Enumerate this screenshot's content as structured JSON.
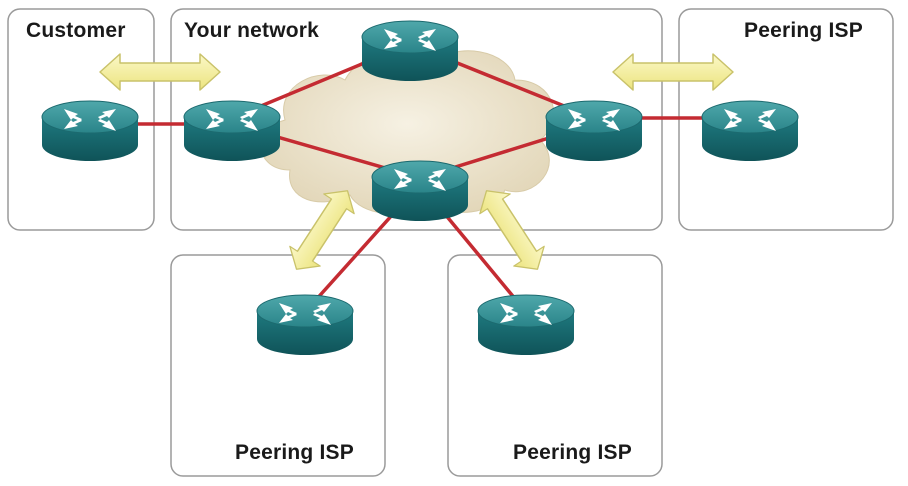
{
  "labels": {
    "customer": "Customer",
    "your_network": "Your network",
    "peering_isp_right": "Peering ISP",
    "peering_isp_bottom_left": "Peering ISP",
    "peering_isp_bottom_right": "Peering ISP"
  },
  "icons": {
    "router": "router-icon",
    "cloud": "cloud-icon",
    "peering_arrow": "double-arrow-icon"
  },
  "colors": {
    "router_top": "#2f8f93",
    "router_side": "#16676d",
    "link": "#c42b32",
    "arrow_fill": "#f4f0a0",
    "arrow_stroke": "#c9c26a",
    "cloud": "#efe7d2",
    "box_stroke": "#9a9a9a"
  }
}
